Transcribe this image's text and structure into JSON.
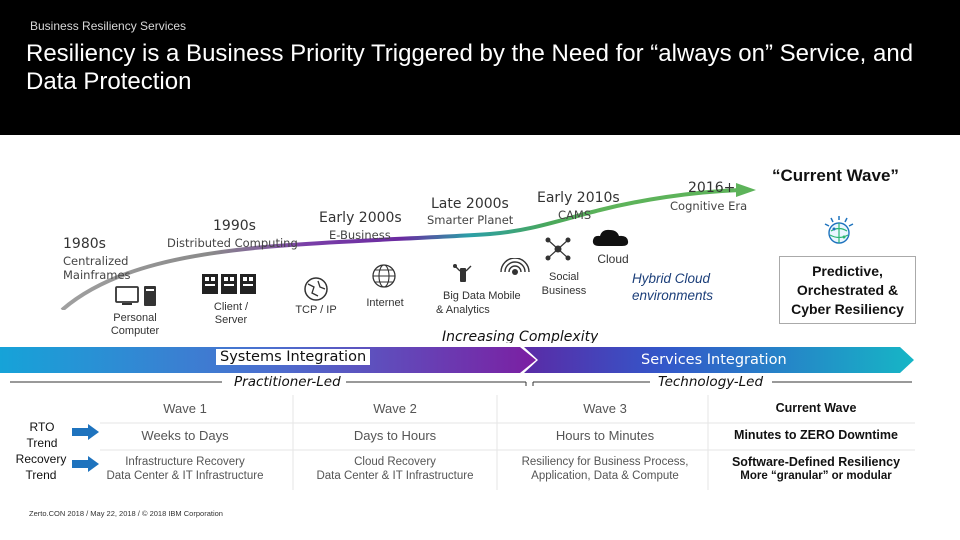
{
  "header": {
    "kicker": "Business Resiliency Services",
    "title": "Resiliency is a Business Priority Triggered by the Need for “always on” Service, and Data Protection"
  },
  "timeline": {
    "eras": [
      {
        "year": "1980s",
        "desc": "Centralized Mainframes"
      },
      {
        "year": "1990s",
        "desc": "Distributed Computing"
      },
      {
        "year": "Early 2000s",
        "desc": "E-Business"
      },
      {
        "year": "Late 2000s",
        "desc": "Smarter Planet"
      },
      {
        "year": "Early 2010s",
        "desc": "CAMS"
      },
      {
        "year": "2016+",
        "desc": "Cognitive Era"
      }
    ],
    "current_wave": "“Current Wave”",
    "icon_labels": {
      "personal_computer": "Personal Computer",
      "client_server": "Client / Server",
      "tcp_ip": "TCP / IP",
      "internet": "Internet",
      "big_data": "Big Data",
      "mobile": "Mobile",
      "analytics": "& Analytics",
      "social_business": "Social Business",
      "cloud": "Cloud"
    },
    "hybrid_cloud": "Hybrid Cloud environments",
    "predictive": "Predictive, Orchestrated & Cyber Resiliency",
    "increasing_complexity": "Increasing Complexity"
  },
  "integration": {
    "systems": "Systems Integration",
    "services": "Services Integration",
    "practitioner": "Practitioner-Led",
    "technology": "Technology-Led"
  },
  "table": {
    "row_labels": {
      "rto": "RTO Trend",
      "recovery": "Recovery Trend"
    },
    "waves": [
      "Wave 1",
      "Wave 2",
      "Wave 3",
      "Current Wave"
    ],
    "rto": [
      "Weeks to Days",
      "Days to Hours",
      "Hours to Minutes",
      "Minutes to ZERO Downtime"
    ],
    "recovery": [
      {
        "line1": "Infrastructure Recovery",
        "line2": "Data Center & IT Infrastructure"
      },
      {
        "line1": "Cloud Recovery",
        "line2": "Data Center & IT Infrastructure"
      },
      {
        "line1": "Resiliency for Business Process,",
        "line2": "Application, Data & Compute"
      },
      {
        "line1": "Software-Defined Resiliency",
        "line2": "More “granular” or modular"
      }
    ]
  },
  "footer": "Zerto.CON 2018 /  May 22,  2018 / © 2018 IBM Corporation",
  "colors": {
    "header_bg": "#000000",
    "arrow_grey": "#9e9e9e",
    "arrow_purple": "#7030a0",
    "arrow_teal": "#2e9fa0",
    "arrow_green": "#4caf50",
    "bar_blue": "#1e73be",
    "bar_teal": "#12b7c8",
    "bar_purple": "#7b1fa2",
    "text_blue": "#1c3f7a"
  }
}
